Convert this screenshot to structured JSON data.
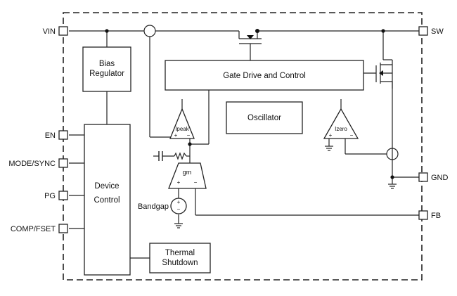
{
  "pins": {
    "vin": "VIN",
    "sw": "SW",
    "en": "EN",
    "mode_sync": "MODE/SYNC",
    "pg": "PG",
    "comp_fset": "COMP/FSET",
    "gnd": "GND",
    "fb": "FB"
  },
  "blocks": {
    "bias_regulator": [
      "Bias",
      "Regulator"
    ],
    "gate_drive": "Gate Drive and Control",
    "oscillator": "Oscillator",
    "device_control": [
      "Device",
      "Control"
    ],
    "thermal_shutdown": [
      "Thermal",
      "Shutdown"
    ]
  },
  "comparators": {
    "ipeak": "Ipeak",
    "izero": "Izero"
  },
  "amplifier": {
    "gm": "gm"
  },
  "signs": {
    "plus": "+",
    "minus": "−"
  },
  "sources": {
    "bandgap": "Bandgap"
  }
}
